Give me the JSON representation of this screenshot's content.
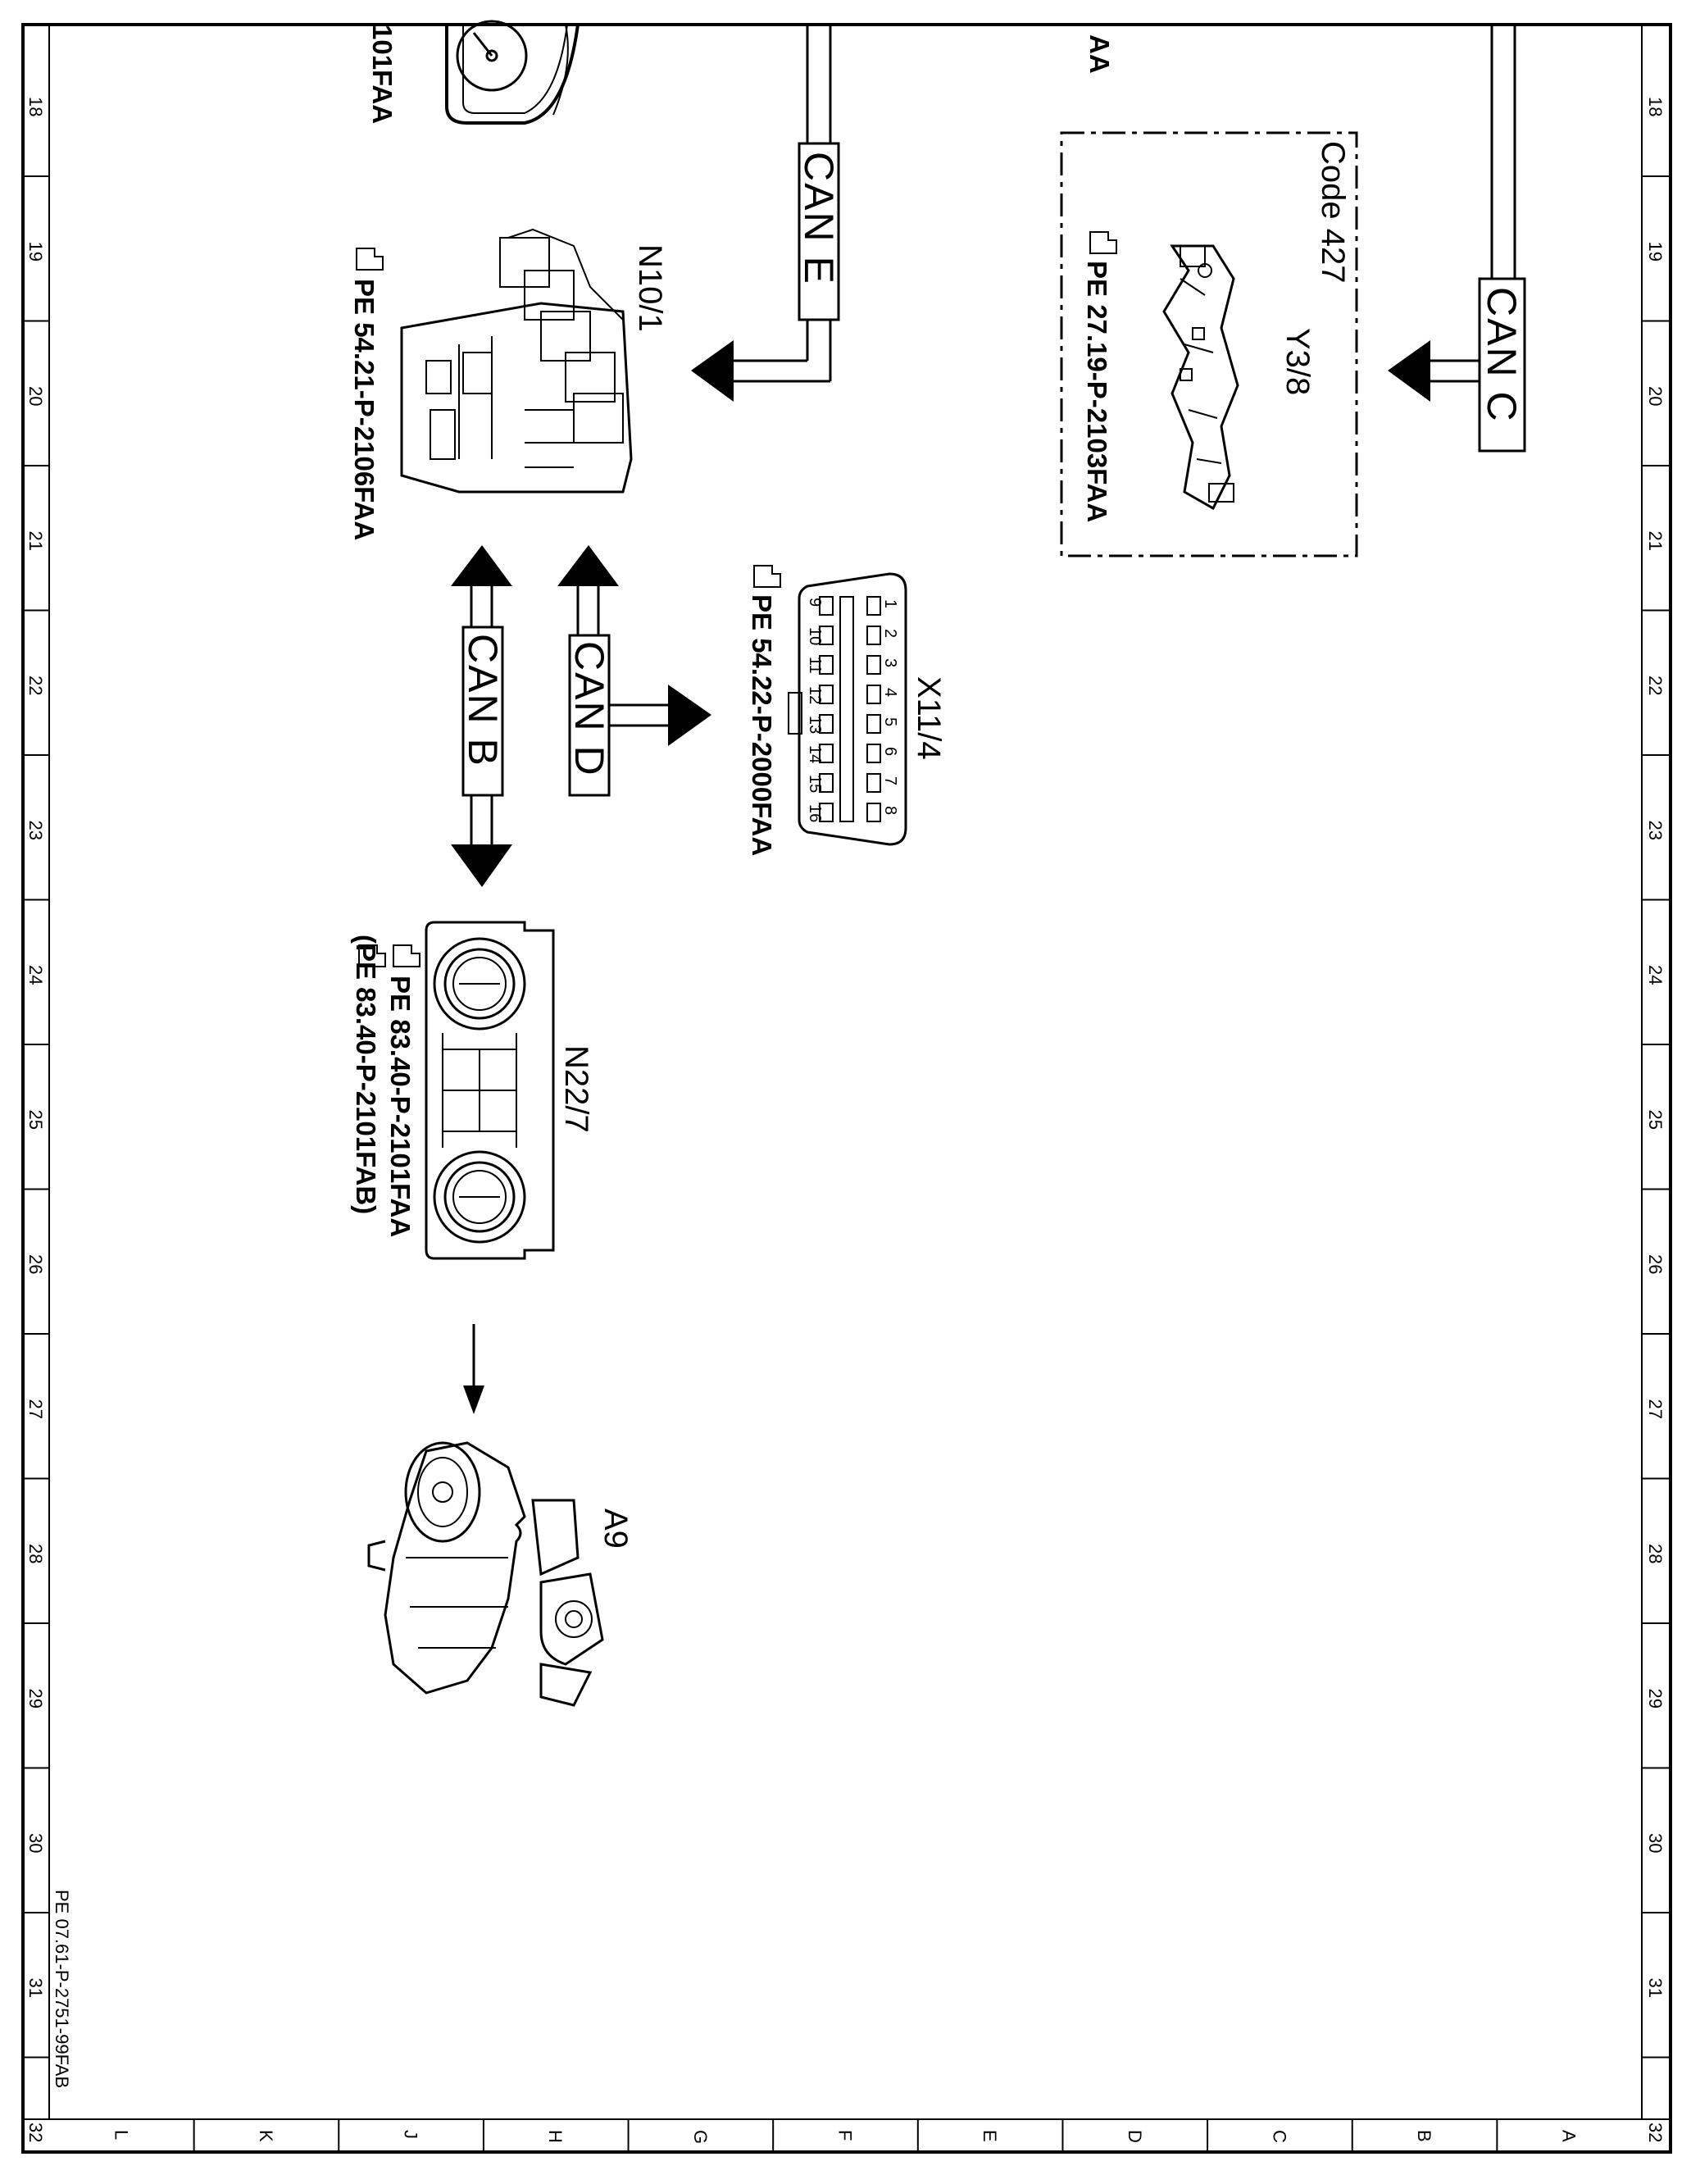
{
  "footer_code": "PE 07.61-P-2751-99FAB",
  "grid": {
    "numbers": [
      "18",
      "19",
      "20",
      "21",
      "22",
      "23",
      "24",
      "25",
      "26",
      "27",
      "28",
      "29",
      "30",
      "31",
      "32"
    ],
    "letters": [
      "L",
      "K",
      "J",
      "H",
      "G",
      "F",
      "E",
      "D",
      "C",
      "B",
      "A"
    ]
  },
  "labels": {
    "partial_ref_top": "101FAA",
    "partial_ref_right": "AA"
  },
  "components": {
    "n10_1": {
      "id": "N10/1",
      "ref": "PE 54.21-P-2106FAA"
    },
    "y3_8": {
      "id": "Y3/8",
      "code": "Code 427",
      "ref": "PE 27.19-P-2103FAA"
    },
    "x11_4": {
      "id": "X11/4",
      "ref": "PE 54.22-P-2000FAA",
      "pins_top": [
        "1",
        "2",
        "3",
        "4",
        "5",
        "6",
        "7",
        "8"
      ],
      "pins_bottom": [
        "9",
        "10",
        "11",
        "12",
        "13",
        "14",
        "15",
        "16"
      ]
    },
    "n22_7": {
      "id": "N22/7",
      "ref1": "PE 83.40-P-2101FAA",
      "ref2": "(PE 83.40-P-2101FAB)"
    },
    "a9": {
      "id": "A9"
    }
  },
  "buses": {
    "can_e": "CAN E",
    "can_c": "CAN C",
    "can_d": "CAN D",
    "can_b": "CAN B"
  }
}
